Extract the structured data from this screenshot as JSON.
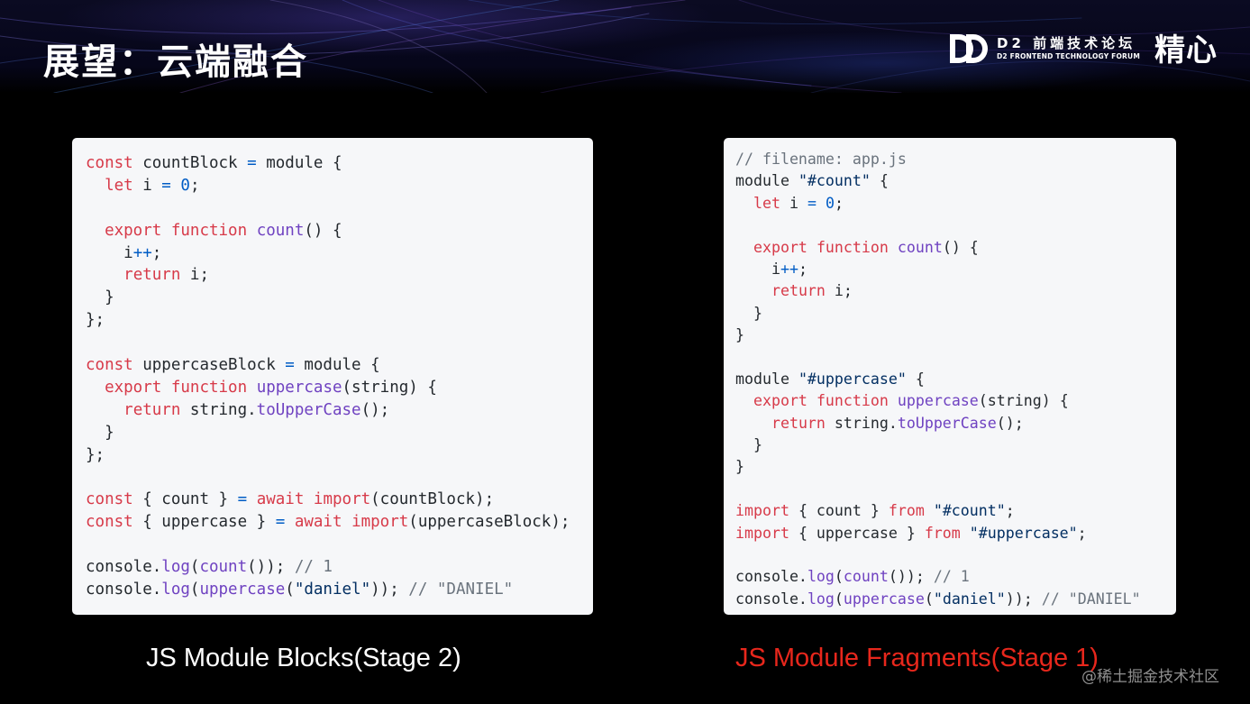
{
  "header": {
    "title": "展望：云端融合",
    "logo": {
      "mark": "DD",
      "name_cn": "D2 前端技术论坛",
      "name_en": "D2 FRONTEND TECHNOLOGY FORUM"
    },
    "brand": "精心"
  },
  "left_card": {
    "caption": "JS Module Blocks(Stage 2)",
    "lines": [
      [
        [
          "kw",
          "const"
        ],
        [
          "plain",
          " countBlock "
        ],
        [
          "op",
          "="
        ],
        [
          "plain",
          " module {"
        ]
      ],
      [
        [
          "plain",
          "  "
        ],
        [
          "kw",
          "let"
        ],
        [
          "plain",
          " i "
        ],
        [
          "op",
          "="
        ],
        [
          "plain",
          " "
        ],
        [
          "num",
          "0"
        ],
        [
          "plain",
          ";"
        ]
      ],
      [],
      [
        [
          "plain",
          "  "
        ],
        [
          "kw",
          "export"
        ],
        [
          "plain",
          " "
        ],
        [
          "kw",
          "function"
        ],
        [
          "plain",
          " "
        ],
        [
          "fn",
          "count"
        ],
        [
          "plain",
          "() {"
        ]
      ],
      [
        [
          "plain",
          "    i"
        ],
        [
          "op",
          "++"
        ],
        [
          "plain",
          ";"
        ]
      ],
      [
        [
          "plain",
          "    "
        ],
        [
          "kw",
          "return"
        ],
        [
          "plain",
          " i;"
        ]
      ],
      [
        [
          "plain",
          "  }"
        ]
      ],
      [
        [
          "plain",
          "};"
        ]
      ],
      [],
      [
        [
          "kw",
          "const"
        ],
        [
          "plain",
          " uppercaseBlock "
        ],
        [
          "op",
          "="
        ],
        [
          "plain",
          " module {"
        ]
      ],
      [
        [
          "plain",
          "  "
        ],
        [
          "kw",
          "export"
        ],
        [
          "plain",
          " "
        ],
        [
          "kw",
          "function"
        ],
        [
          "plain",
          " "
        ],
        [
          "fn",
          "uppercase"
        ],
        [
          "plain",
          "(string) {"
        ]
      ],
      [
        [
          "plain",
          "    "
        ],
        [
          "kw",
          "return"
        ],
        [
          "plain",
          " string."
        ],
        [
          "fn",
          "toUpperCase"
        ],
        [
          "plain",
          "();"
        ]
      ],
      [
        [
          "plain",
          "  }"
        ]
      ],
      [
        [
          "plain",
          "};"
        ]
      ],
      [],
      [
        [
          "kw",
          "const"
        ],
        [
          "plain",
          " { count } "
        ],
        [
          "op",
          "="
        ],
        [
          "plain",
          " "
        ],
        [
          "kw",
          "await"
        ],
        [
          "plain",
          " "
        ],
        [
          "kw",
          "import"
        ],
        [
          "plain",
          "(countBlock);"
        ]
      ],
      [
        [
          "kw",
          "const"
        ],
        [
          "plain",
          " { uppercase } "
        ],
        [
          "op",
          "="
        ],
        [
          "plain",
          " "
        ],
        [
          "kw",
          "await"
        ],
        [
          "plain",
          " "
        ],
        [
          "kw",
          "import"
        ],
        [
          "plain",
          "(uppercaseBlock);"
        ]
      ],
      [],
      [
        [
          "plain",
          "console."
        ],
        [
          "fn",
          "log"
        ],
        [
          "plain",
          "("
        ],
        [
          "fn",
          "count"
        ],
        [
          "plain",
          "()); "
        ],
        [
          "cmt",
          "// 1"
        ]
      ],
      [
        [
          "plain",
          "console."
        ],
        [
          "fn",
          "log"
        ],
        [
          "plain",
          "("
        ],
        [
          "fn",
          "uppercase"
        ],
        [
          "plain",
          "("
        ],
        [
          "str",
          "\"daniel\""
        ],
        [
          "plain",
          ")); "
        ],
        [
          "cmt",
          "// \"DANIEL\""
        ]
      ]
    ]
  },
  "right_card": {
    "caption": "JS Module Fragments(Stage 1)",
    "lines": [
      [
        [
          "cmt",
          "// filename: app.js"
        ]
      ],
      [
        [
          "plain",
          "module "
        ],
        [
          "str",
          "\"#count\""
        ],
        [
          "plain",
          " {"
        ]
      ],
      [
        [
          "plain",
          "  "
        ],
        [
          "kw",
          "let"
        ],
        [
          "plain",
          " i "
        ],
        [
          "op",
          "="
        ],
        [
          "plain",
          " "
        ],
        [
          "num",
          "0"
        ],
        [
          "plain",
          ";"
        ]
      ],
      [],
      [
        [
          "plain",
          "  "
        ],
        [
          "kw",
          "export"
        ],
        [
          "plain",
          " "
        ],
        [
          "kw",
          "function"
        ],
        [
          "plain",
          " "
        ],
        [
          "fn",
          "count"
        ],
        [
          "plain",
          "() {"
        ]
      ],
      [
        [
          "plain",
          "    i"
        ],
        [
          "op",
          "++"
        ],
        [
          "plain",
          ";"
        ]
      ],
      [
        [
          "plain",
          "    "
        ],
        [
          "kw",
          "return"
        ],
        [
          "plain",
          " i;"
        ]
      ],
      [
        [
          "plain",
          "  }"
        ]
      ],
      [
        [
          "plain",
          "}"
        ]
      ],
      [],
      [
        [
          "plain",
          "module "
        ],
        [
          "str",
          "\"#uppercase\""
        ],
        [
          "plain",
          " {"
        ]
      ],
      [
        [
          "plain",
          "  "
        ],
        [
          "kw",
          "export"
        ],
        [
          "plain",
          " "
        ],
        [
          "kw",
          "function"
        ],
        [
          "plain",
          " "
        ],
        [
          "fn",
          "uppercase"
        ],
        [
          "plain",
          "(string) {"
        ]
      ],
      [
        [
          "plain",
          "    "
        ],
        [
          "kw",
          "return"
        ],
        [
          "plain",
          " string."
        ],
        [
          "fn",
          "toUpperCase"
        ],
        [
          "plain",
          "();"
        ]
      ],
      [
        [
          "plain",
          "  }"
        ]
      ],
      [
        [
          "plain",
          "}"
        ]
      ],
      [],
      [
        [
          "kw",
          "import"
        ],
        [
          "plain",
          " { count } "
        ],
        [
          "kw",
          "from"
        ],
        [
          "plain",
          " "
        ],
        [
          "str",
          "\"#count\""
        ],
        [
          "plain",
          ";"
        ]
      ],
      [
        [
          "kw",
          "import"
        ],
        [
          "plain",
          " { uppercase } "
        ],
        [
          "kw",
          "from"
        ],
        [
          "plain",
          " "
        ],
        [
          "str",
          "\"#uppercase\""
        ],
        [
          "plain",
          ";"
        ]
      ],
      [],
      [
        [
          "plain",
          "console."
        ],
        [
          "fn",
          "log"
        ],
        [
          "plain",
          "("
        ],
        [
          "fn",
          "count"
        ],
        [
          "plain",
          "()); "
        ],
        [
          "cmt",
          "// 1"
        ]
      ],
      [
        [
          "plain",
          "console."
        ],
        [
          "fn",
          "log"
        ],
        [
          "plain",
          "("
        ],
        [
          "fn",
          "uppercase"
        ],
        [
          "plain",
          "("
        ],
        [
          "str",
          "\"daniel\""
        ],
        [
          "plain",
          "));"
        ],
        [
          "cmt",
          " // \"DANIEL\""
        ]
      ]
    ]
  },
  "watermark": "@稀土掘金技术社区",
  "colors": {
    "background": "#000000",
    "card_bg": "#f6f7f9",
    "keyword": "#d73a49",
    "function": "#6f42c1",
    "number_operator": "#005cc5",
    "string": "#032f62",
    "comment": "#6a737d",
    "caption_right": "#e8271c"
  }
}
